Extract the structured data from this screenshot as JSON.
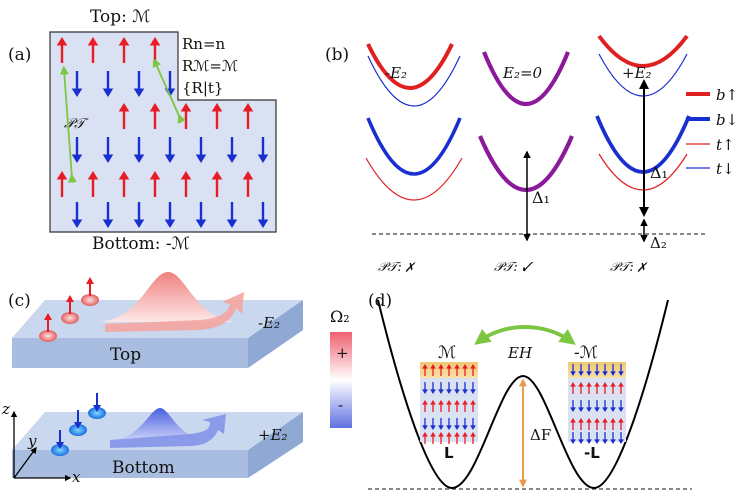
{
  "panel_a": {
    "label": "(a)",
    "top": "Top: ℳ",
    "bottom": "Bottom: -ℳ",
    "rel1": "Rn=n",
    "rel2": "Rℳ=ℳ",
    "rel3": "{R|t}",
    "pt": "𝒫𝒯"
  },
  "panel_b": {
    "label": "(b)",
    "col_labels": [
      "-E₂",
      "E₂=0",
      "+E₂"
    ],
    "pt_labels": [
      "𝒫𝒯: ✗",
      "𝒫𝒯: ✓",
      "𝒫𝒯: ✗"
    ],
    "gap1": "Δ₁",
    "gap2": "Δ₂",
    "legend": [
      {
        "label": "b↑",
        "color": "#e02020",
        "weight": "thick"
      },
      {
        "label": "b↓",
        "color": "#1a2fd0",
        "weight": "thick"
      },
      {
        "label": "t↑",
        "color": "#e02020",
        "weight": "thin"
      },
      {
        "label": "t↓",
        "color": "#1a2fd0",
        "weight": "thin"
      }
    ]
  },
  "panel_c": {
    "label": "(c)",
    "top_slab": "Top",
    "bottom_slab": "Bottom",
    "field_top": "-E₂",
    "field_bottom": "+E₂",
    "cbar_title": "Ω₂",
    "cbar_plus": "+",
    "cbar_minus": "-",
    "axis_x": "x",
    "axis_y": "y",
    "axis_z": "z"
  },
  "panel_d": {
    "label": "(d)",
    "left_state": "ℳ",
    "right_state": "-ℳ",
    "eh": "EH",
    "barrier": "ΔF",
    "left_L": "L",
    "right_L": "-L"
  },
  "colors": {
    "up": "#e81c24",
    "down": "#1a2fd0",
    "panel_fill": "#d9e1f2",
    "purple": "#8a1a9a",
    "green": "#7cc642",
    "orange": "#e89a50"
  }
}
